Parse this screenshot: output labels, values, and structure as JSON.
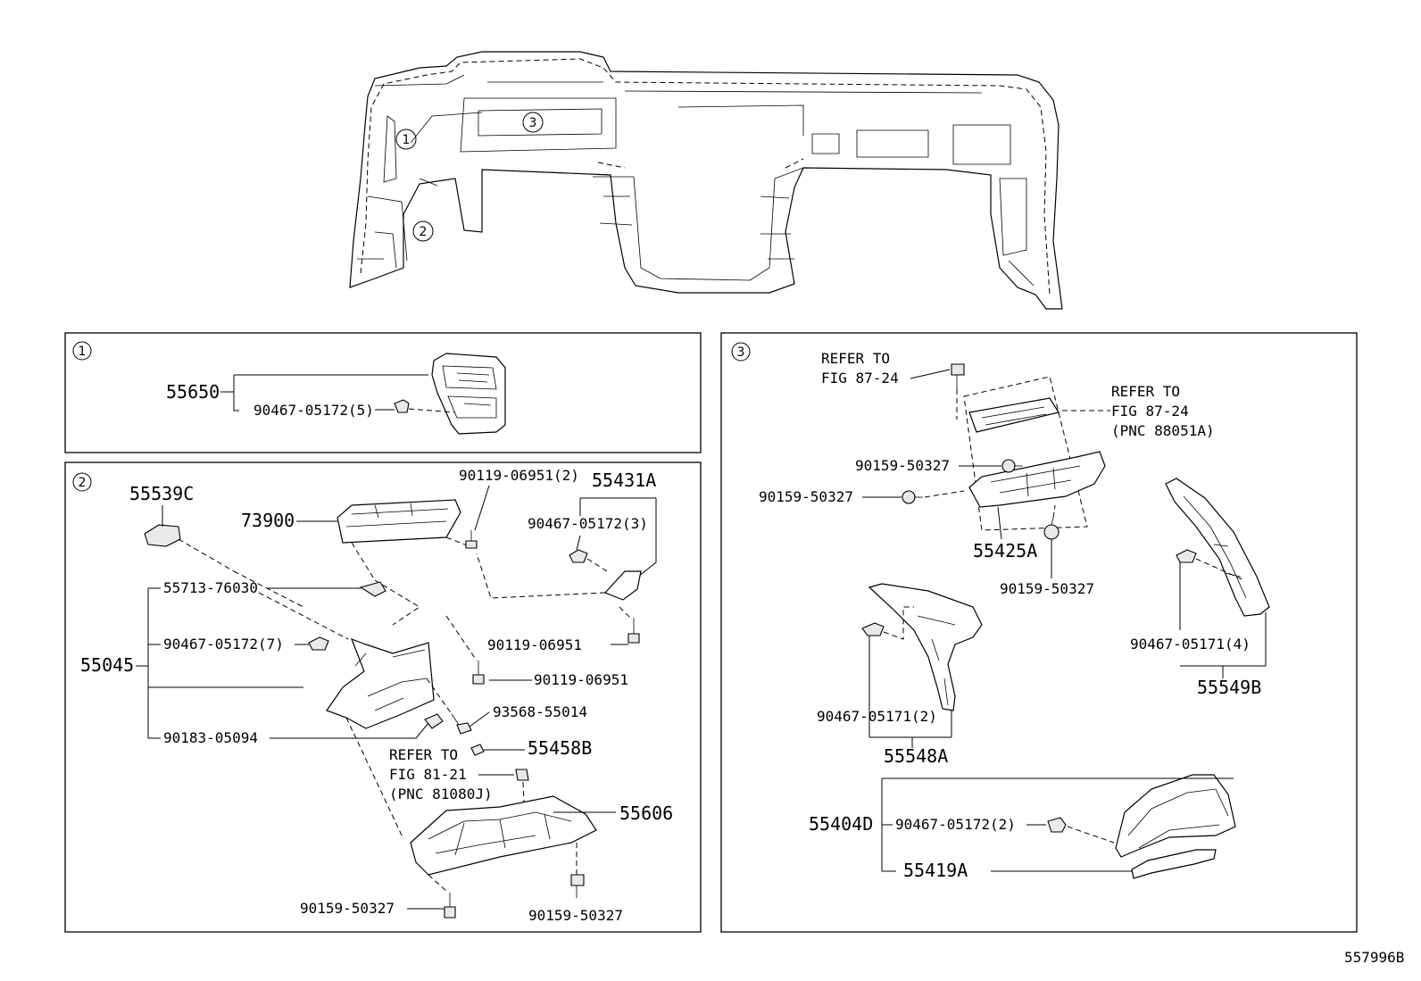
{
  "diagram": {
    "doc_id": "557996B",
    "sections": [
      {
        "id": "1"
      },
      {
        "id": "2"
      },
      {
        "id": "3"
      }
    ],
    "overview_markers": [
      "1",
      "2",
      "3"
    ],
    "labels": {
      "p55650": "55650",
      "p90467_05172_5": "90467-05172(5)",
      "p55539C": "55539C",
      "p73900": "73900",
      "p90119_06951_2": "90119-06951(2)",
      "p55431A": "55431A",
      "p90467_05172_3": "90467-05172(3)",
      "p55713_76030": "55713-76030",
      "p55045": "55045",
      "p90467_05172_7": "90467-05172(7)",
      "p90119_06951_a": "90119-06951",
      "p90119_06951_b": "90119-06951",
      "p93568_55014": "93568-55014",
      "p90183_05094": "90183-05094",
      "p55458B": "55458B",
      "p55606": "55606",
      "p90159_50327_a": "90159-50327",
      "p90159_50327_b": "90159-50327",
      "p90159_50327_c": "90159-50327",
      "p90159_50327_d": "90159-50327",
      "p90159_50327_e": "90159-50327",
      "p55425A": "55425A",
      "p90467_05171_4": "90467-05171(4)",
      "p55549B": "55549B",
      "p90467_05171_2": "90467-05171(2)",
      "p55548A": "55548A",
      "p55404D": "55404D",
      "p90467_05172_2": "90467-05172(2)",
      "p55419A": "55419A"
    },
    "refs": {
      "s2_refer": "REFER TO",
      "s2_fig": "FIG 81-21",
      "s2_pnc": "(PNC 81080J)",
      "s3a_refer": "REFER TO",
      "s3a_fig": "FIG 87-24",
      "s3b_refer": "REFER TO",
      "s3b_fig": "FIG 87-24",
      "s3b_pnc": "(PNC 88051A)"
    }
  }
}
